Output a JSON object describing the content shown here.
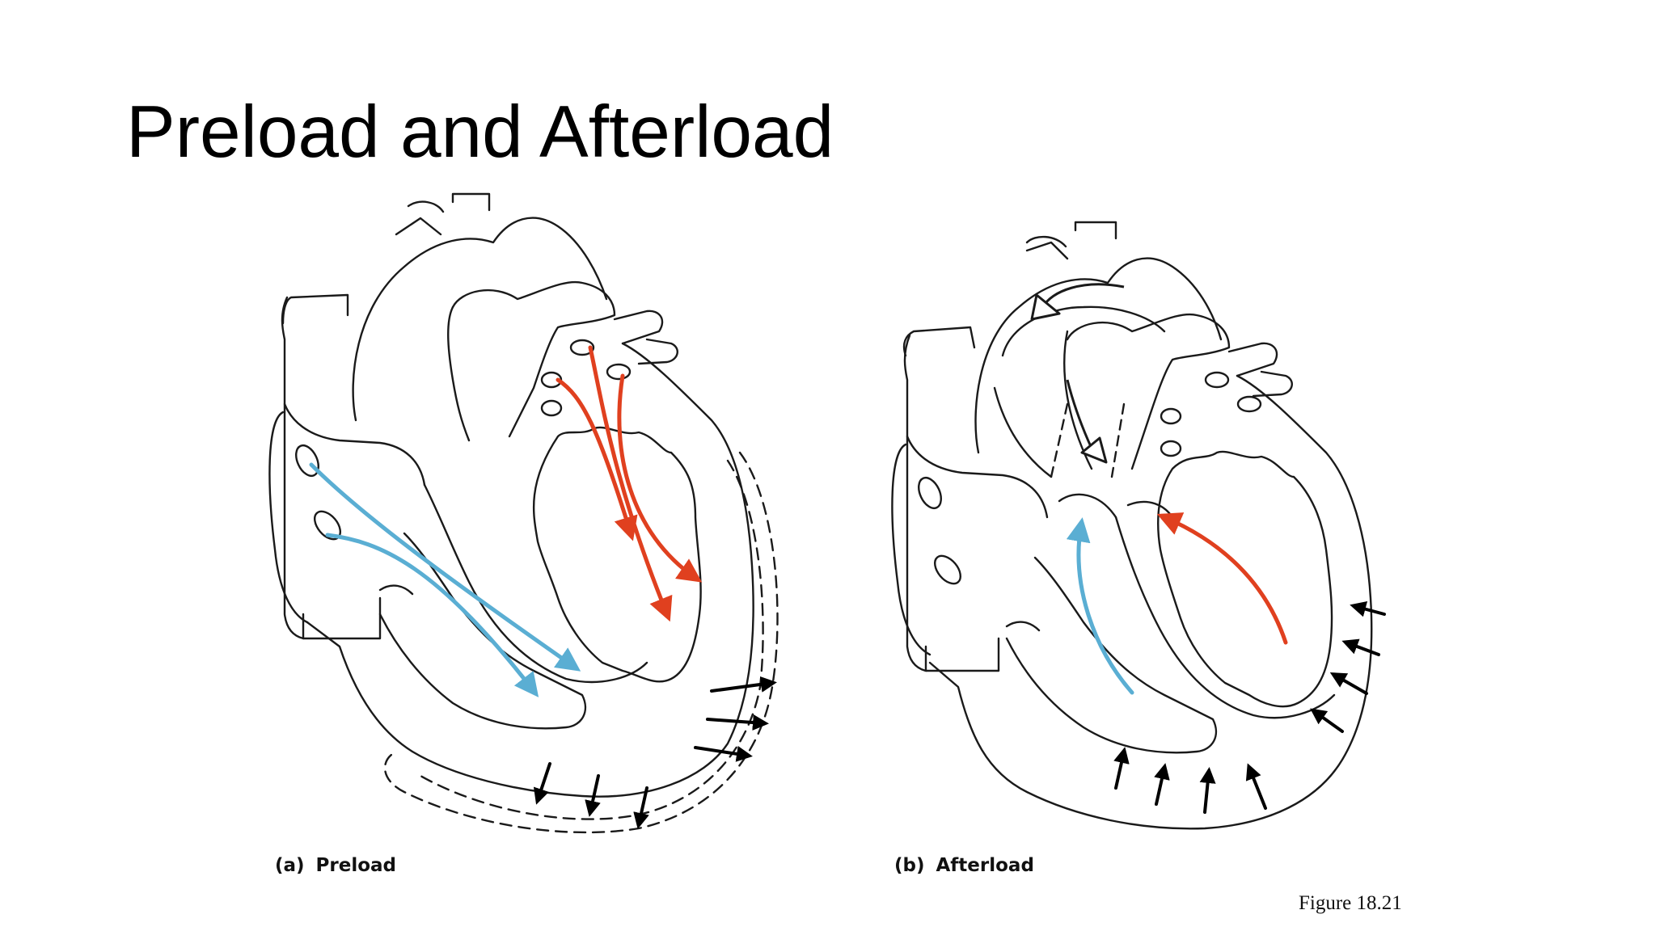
{
  "slide": {
    "title": "Preload and Afterload",
    "figure_ref": "Figure 18.21"
  },
  "panels": [
    {
      "tag": "(a)",
      "label": "Preload"
    },
    {
      "tag": "(b)",
      "label": "Afterload"
    }
  ],
  "colors": {
    "venous_flow": "#5aaed3",
    "arterial_flow": "#e0401f",
    "outline": "#1a1a1a",
    "force_arrows": "#000000"
  }
}
